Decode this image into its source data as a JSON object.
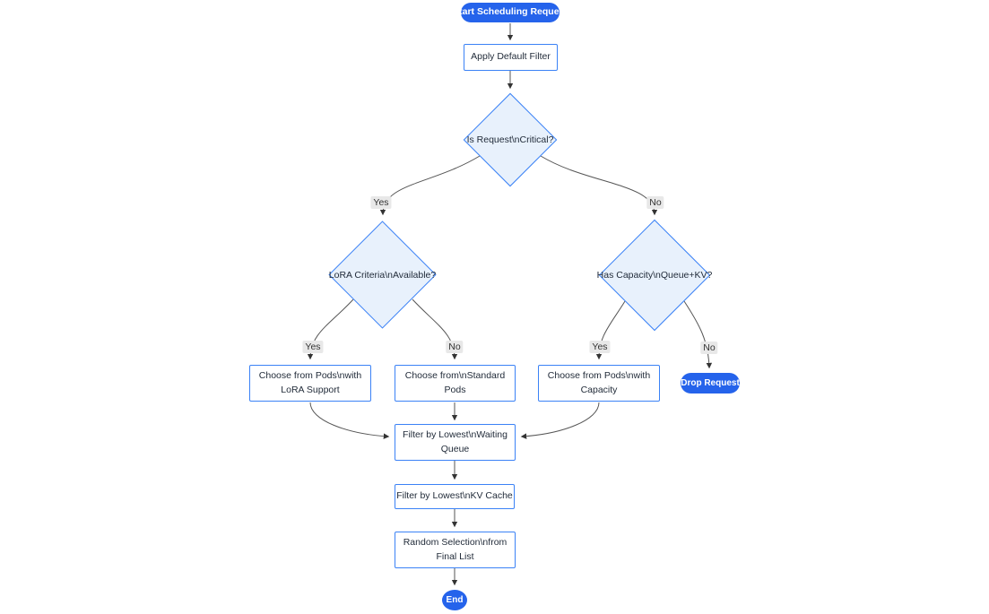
{
  "diagram": {
    "nodes": {
      "start": {
        "label": "Start Scheduling Request"
      },
      "apply_filter": {
        "label": "Apply Default Filter"
      },
      "is_critical": {
        "label": "Is Request\\nCritical?"
      },
      "lora_criteria": {
        "label": "LoRA Criteria\\nAvailable?"
      },
      "has_capacity": {
        "label": "Has Capacity\\nQueue+KV?"
      },
      "choose_lora": {
        "lines": [
          "Choose from Pods\\nwith",
          "LoRA Support"
        ]
      },
      "choose_standard": {
        "lines": [
          "Choose from\\nStandard",
          "Pods"
        ]
      },
      "choose_capacity": {
        "lines": [
          "Choose from Pods\\nwith",
          "Capacity"
        ]
      },
      "drop_request": {
        "label": "Drop Request"
      },
      "filter_waiting": {
        "lines": [
          "Filter by Lowest\\nWaiting",
          "Queue"
        ]
      },
      "filter_kv": {
        "label": "Filter by Lowest\\nKV Cache"
      },
      "random_selection": {
        "lines": [
          "Random Selection\\nfrom",
          "Final List"
        ]
      },
      "end": {
        "label": "End"
      }
    },
    "edge_labels": {
      "critical_yes": "Yes",
      "critical_no": "No",
      "lora_yes": "Yes",
      "lora_no": "No",
      "capacity_yes": "Yes",
      "capacity_no": "No"
    }
  },
  "colors": {
    "accent_fill": "#2563eb",
    "accent_text": "#ffffff",
    "node_border": "#3b82f6",
    "node_fill": "#ffffff",
    "decision_fill": "#e8f1fc",
    "node_text": "#1f2937",
    "edge_line": "#555555",
    "arrow_head": "#333333",
    "edge_label_bg": "#e8e8e8",
    "edge_label_text": "#333333",
    "canvas_bg": "#ffffff"
  }
}
